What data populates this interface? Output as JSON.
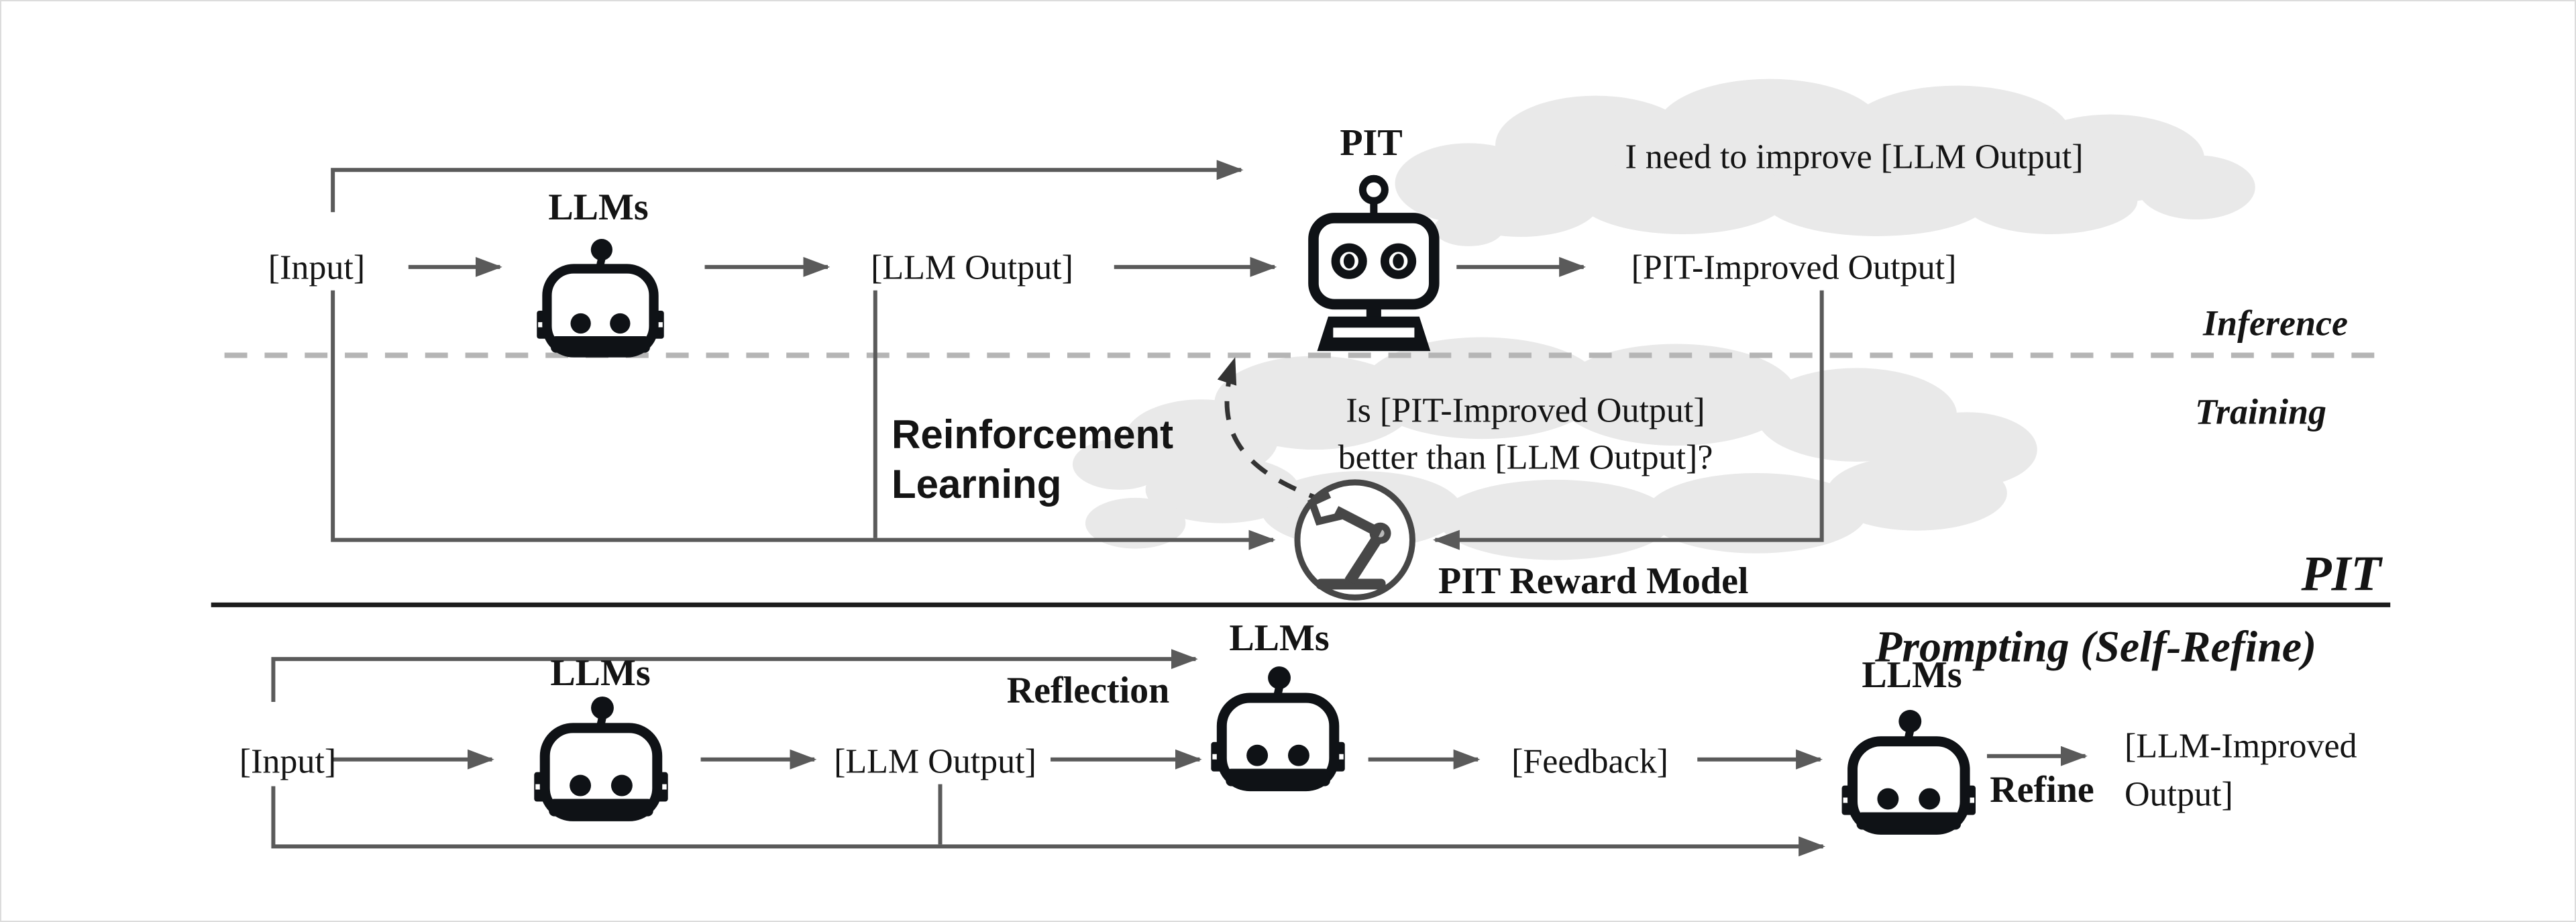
{
  "colors": {
    "arrow": "#5a5a5a",
    "text": "#141414",
    "divider": "#b5b5b5",
    "separator": "#1c1c1c",
    "cloud": "#e9e9e9",
    "robot": "#0f1216",
    "reward": "#474747",
    "rldash": "#333333"
  },
  "icons": {
    "llm_robot": "robot-head-icon",
    "pit_robot": "pit-robot-icon",
    "reward_model": "robot-arm-icon",
    "thought": "thought-cloud"
  },
  "top": {
    "input": "[Input]",
    "llms": "LLMs",
    "llm_output": "[LLM Output]",
    "pit": "PIT",
    "pit_improved_output": "[PIT-Improved Output]",
    "inference_thought": "I need to improve [LLM Output]",
    "inference": "Inference",
    "training": "Training",
    "reinforcement_line1": "Reinforcement",
    "reinforcement_line2": "Learning",
    "training_thought_line1": "Is [PIT-Improved Output]",
    "training_thought_line2": "better than [LLM Output]?",
    "reward_model": "PIT Reward Model",
    "section_label": "PIT"
  },
  "bottom": {
    "section_label": "Prompting (Self-Refine)",
    "input": "[Input]",
    "llms_generator": "LLMs",
    "llm_output": "[LLM Output]",
    "reflection": "Reflection",
    "llms_reflector": "LLMs",
    "feedback": "[Feedback]",
    "llms_refiner": "LLMs",
    "refine": "Refine",
    "llm_improved_line1": "[LLM-Improved",
    "llm_improved_line2": "Output]"
  }
}
